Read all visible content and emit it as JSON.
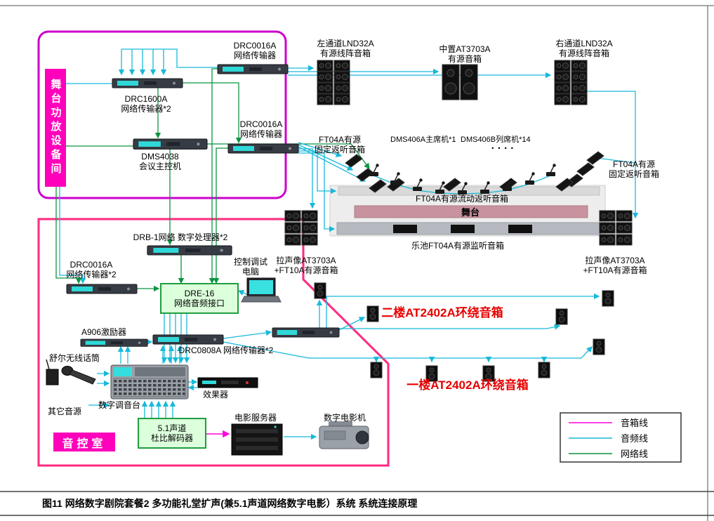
{
  "caption": "图11   网络数字剧院套餐2 多功能礼堂扩声(兼5.1声道网络数字电影）系统  系统连接原理",
  "rooms": {
    "stage_amp": "舞台功放设备间",
    "control": "音控室"
  },
  "devices": {
    "drc0016a_top": "DRC0016A\n网络传输器",
    "drc1600a": "DRC1600A\n网络传输器*2",
    "drc0016a_mid": "DRC0016A\n网络传输器",
    "dms4038": "DMS4038\n会议主控机",
    "drb1": "DRB-1网络  数字处理器*2",
    "drc0016a_ctrl": "DRC0016A\n网络传输器*2",
    "dre16": "DRE-16\n网络音频接口",
    "control_pc": "控制调试\n电脑",
    "a906": "A906激励器",
    "drc0808a": "DRC0808A   网络传输器*2",
    "shure_wireless": "舒尔无线话筒",
    "mixer": "数字调音台",
    "effects": "效果器",
    "other_sources": "其它音源",
    "dolby_decoder": "5.1声道\n杜比解码器",
    "movie_server": "电影服务器",
    "digital_projector": "数字电影机"
  },
  "speakers": {
    "left_array": "左通道LND32A\n有源线阵音箱",
    "center_speaker": "中置AT3703A\n有源音箱",
    "right_array": "右通道LND32A\n有源线阵音箱",
    "ft04a_left": "FT04A有源\n固定返听音箱",
    "ft04a_right": "FT04A有源\n固定返听音箱",
    "mobile_monitor": "FT04A有源流动返听音箱",
    "stage": "舞台",
    "pit_monitor": "乐池FT04A有源监听音箱",
    "pull_image_left": "拉声像AT3703A\n+FT10A有源音箱",
    "pull_image_right": "拉声像AT3703A\n+FT10A有源音箱",
    "surround_2f": "二楼AT2402A环绕音箱",
    "surround_1f": "一楼AT2402A环绕音箱"
  },
  "conference": {
    "chairman": "DMS406A主席机*1",
    "delegate": "DMS406B列席机*14",
    "dots": "· · · ·"
  },
  "legend": {
    "items": [
      {
        "label": "音箱线",
        "color": "#ff00dd"
      },
      {
        "label": "音频线",
        "color": "#17b9d9"
      },
      {
        "label": "网络线",
        "color": "#0a9440"
      }
    ]
  }
}
